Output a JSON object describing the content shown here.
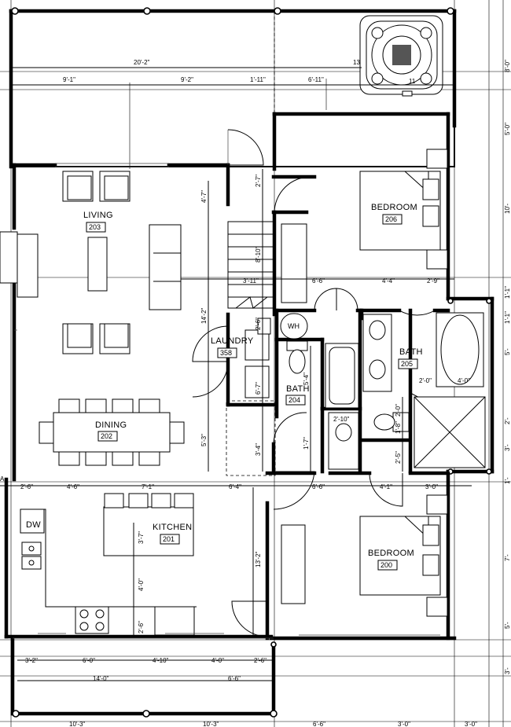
{
  "rooms": [
    {
      "key": "living",
      "name": "LIVING",
      "number": "203"
    },
    {
      "key": "dining",
      "name": "DINING",
      "number": "202"
    },
    {
      "key": "kitchen",
      "name": "KITCHEN",
      "number": "201"
    },
    {
      "key": "laundry",
      "name": "LAUNDRY",
      "number": "358"
    },
    {
      "key": "bath1",
      "name": "BATH",
      "number": "204"
    },
    {
      "key": "bath2",
      "name": "BATH",
      "number": "205"
    },
    {
      "key": "bed1",
      "name": "BEDROOM",
      "number": "206"
    },
    {
      "key": "bed2",
      "name": "BEDROOM",
      "number": "200"
    }
  ],
  "labels": {
    "dishwasher": "DW",
    "water_heater": "WH"
  },
  "dimensions": {
    "top_overall": "20'-2\"",
    "top_a": "9'-1\"",
    "top_b": "9'-2\"",
    "top_c": "1'-11\"",
    "top_d": "6'-11\"",
    "hot_tub_13": "13",
    "hot_tub_11": "11",
    "stair_2_7": "2'-7\"",
    "stair_4_7": "4'-7\"",
    "stair_8_10": "8'-10\"",
    "stair_3_11": "3'-11\"",
    "hall_6_6a": "6'-6\"",
    "hall_4_4": "4'-4\"",
    "hall_2_9": "2'-9\"",
    "laundry_14_2": "14'-2\"",
    "laundry_2_6": "2'-6\"",
    "bath_5_4": "5'-4\"",
    "bath_6_7": "6'-7\"",
    "bath_2_0a": "2'-0\"",
    "bath_4_0a": "4'-0\"",
    "bath_2_10": "2'-10\"",
    "bath_2_0b": "2'-0\"",
    "bath_1_8": "1'-8\"",
    "bath_2_5": "2'-5\"",
    "hall_1_7": "1'-7\"",
    "hall_3_4": "3'-4\"",
    "dining_5_3": "5'-3\"",
    "row_2_6": "2'-6\"",
    "row_4_6": "4'-6\"",
    "row_7_1": "7'-1\"",
    "row_6_4": "6'-4\"",
    "row_6_6": "6'-6\"",
    "row_4_1": "4'-1\"",
    "row_3_0": "3'-0\"",
    "kit_3_7": "3'-7\"",
    "kit_4_0": "4'-0\"",
    "kit_2_6": "2'-6\"",
    "bed_13_2": "13'-2\"",
    "bot_3_2": "3'-2\"",
    "bot_6_0": "6'-0\"",
    "bot_4_10": "4'-10\"",
    "bot_4_0": "4'-0\"",
    "bot_2_6": "2'-6\"",
    "bot_14_0": "14'-0\"",
    "bot_6_6": "6'-6\"",
    "right_8_0": "8'-0\"",
    "right_5_0": "5'-0\"",
    "right_10": "10'-",
    "right_1_1": "1'-1\"",
    "right_1_1b": "1'-1\"",
    "right_5": "5'-",
    "right_2": "2'-",
    "right_3": "3'-",
    "right_1_3": "1'-",
    "right_7": "7'-",
    "right_5b": "5'-",
    "right_3b": "3'-",
    "bottom_10_3a": "10'-3\"",
    "bottom_10_3b": "10'-3\"",
    "bottom_6_6": "6'-6\"",
    "bottom_3_0a": "3'-0\"",
    "bottom_3_0b": "3'-0\"",
    "left_a": "A"
  }
}
